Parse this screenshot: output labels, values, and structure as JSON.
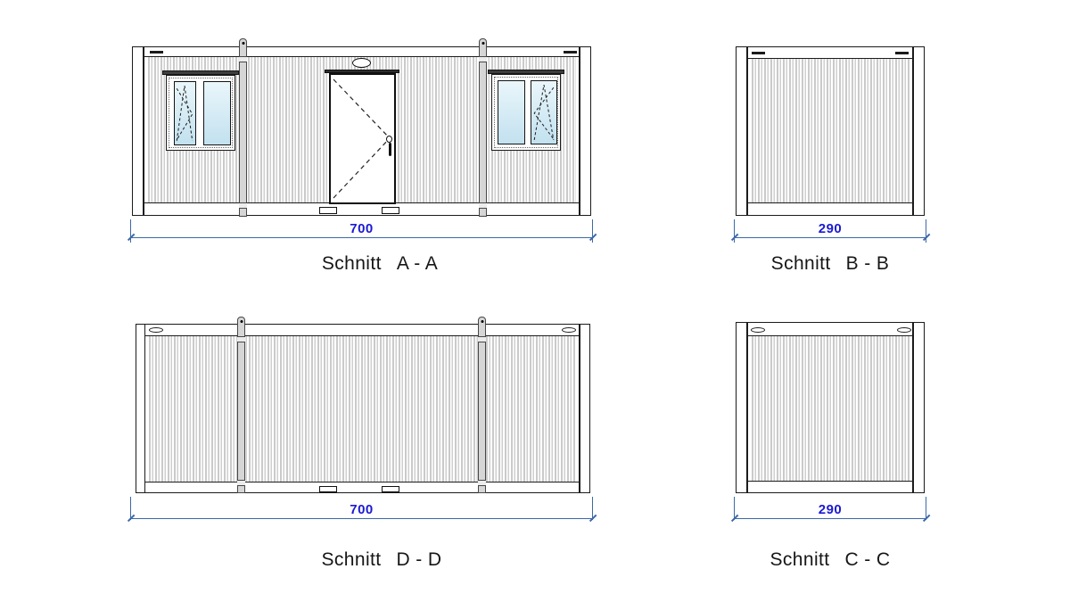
{
  "colors": {
    "outline": "#1b1b1b",
    "dimension_line_blue": "#3b69a8",
    "dimension_text_blue": "#1a1ad2",
    "window_glass_blue": "#cfe8f4",
    "wall_corrugation_gray": "#c9c9c9"
  },
  "views": {
    "a": {
      "label_word": "Schnitt",
      "label_section": "A - A",
      "dimension": "700"
    },
    "b": {
      "label_word": "Schnitt",
      "label_section": "B - B",
      "dimension": "290"
    },
    "d": {
      "label_word": "Schnitt",
      "label_section": "D - D",
      "dimension": "700"
    },
    "c": {
      "label_word": "Schnitt",
      "label_section": "C - C",
      "dimension": "290"
    }
  }
}
